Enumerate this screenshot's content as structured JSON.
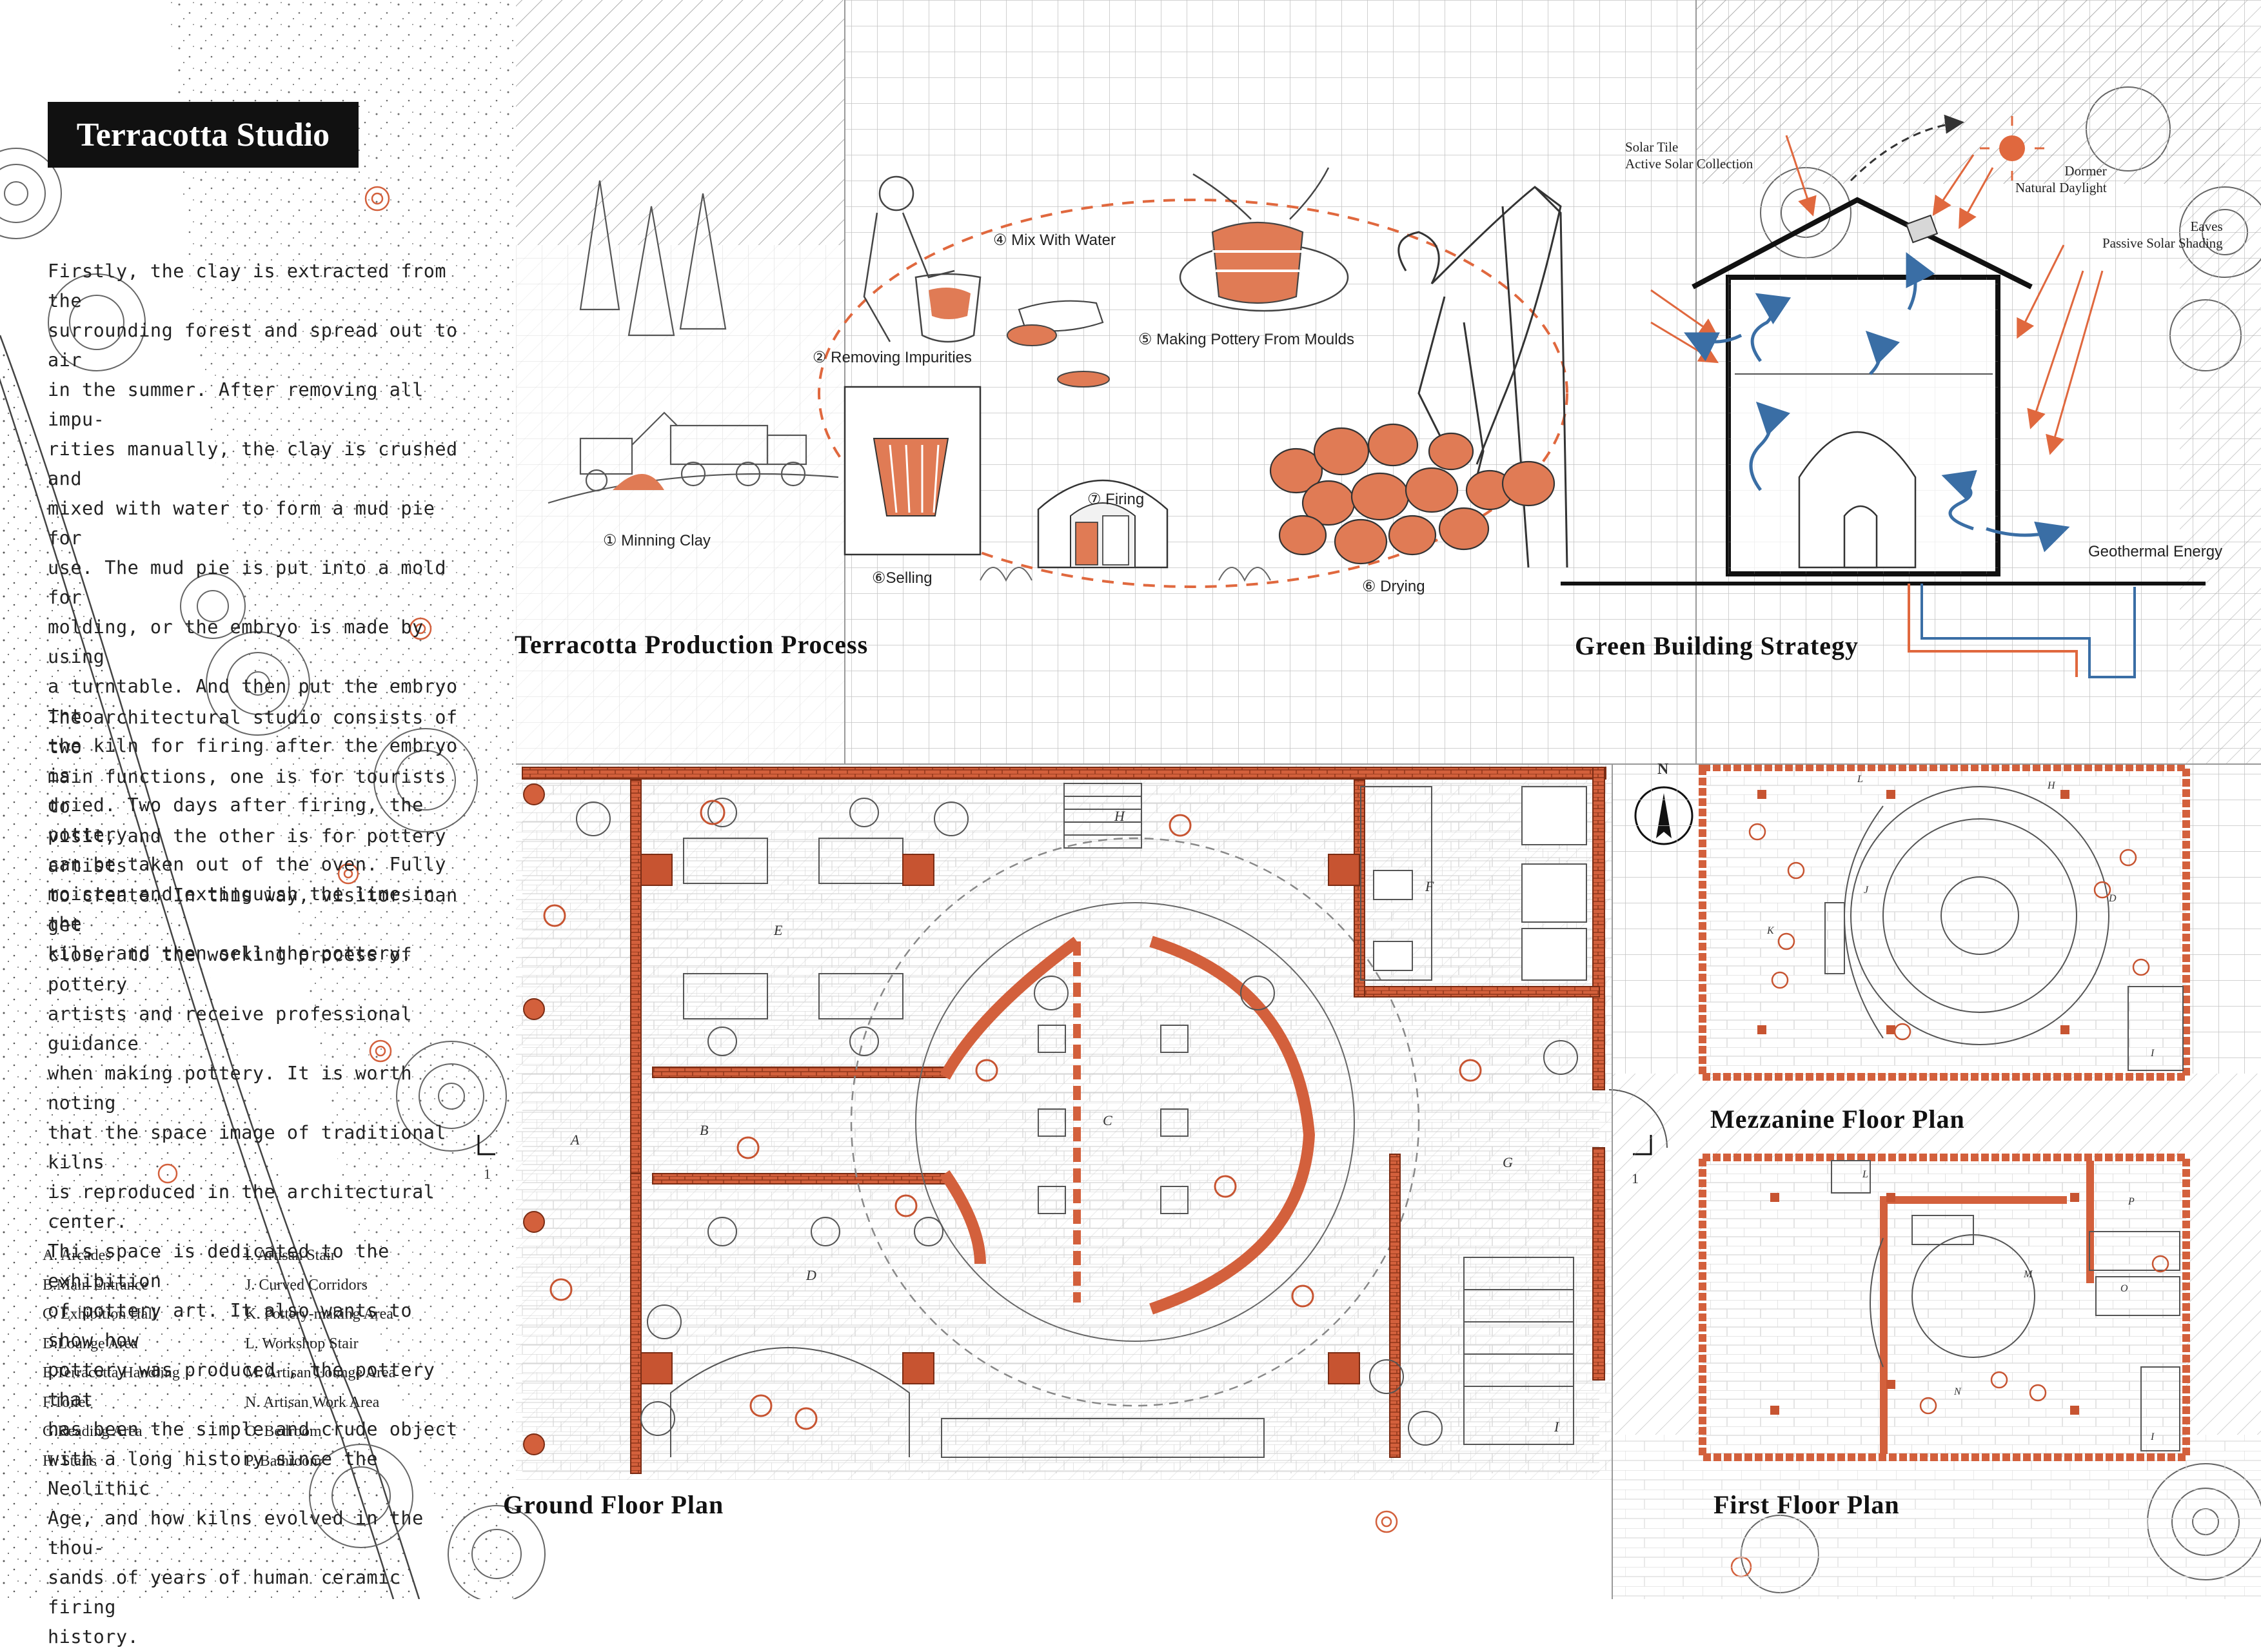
{
  "title": "Terracotta Studio",
  "intro": {
    "para1": "Firstly, the clay is extracted from the\nsurrounding forest and spread out to air\nin the summer. After removing all impu-\nrities manually, the clay is crushed and\nmixed with water to form a mud pie for\nuse. The mud pie is put into a mold for\nmolding, or the embryo is made by using\na turntable. And then put the embryo into\nthe kiln for firing after the embryo is\ndried. Two days after firing, the pottery\ncan be taken out of the oven. Fully\nmoisten and extinguish the lime in the\nkiln, and then sell the pottery.",
    "para2": "The architectural studio consists of two\nmain functions, one is for tourists to\nvisit, and the other is for pottery artists\nto create. In this way, visitors can get\ncloser to the working process of pottery\nartists and receive professional guidance\nwhen making pottery. It is worth noting\nthat the space image of traditional kilns\nis reproduced in the architectural center.\nThis space is dedicated to the exhibition\nof pottery art. It also wants to show how\npottery was produced , the pottery that\nhas been the simple and crude object\nwith a long history since the Neolithic\nAge, and how kilns evolved in the thou-\nsands of years of human ceramic firing\nhistory."
  },
  "legend": {
    "col1": [
      "A. Arcades",
      "B.Main Entrance",
      "C. Exhibition Hall",
      "D.Lounge Area",
      "E.Terracotta Handling",
      "F.Toilet",
      "G.Reading Area",
      "H. Stairs"
    ],
    "col2": [
      "I. Artisan Stair",
      "J. Curved Corridors",
      "K. Pottery-making Area",
      "L. Workshop Stair",
      "M. Artisan Lounge Area",
      "N. Artisan Work Area",
      "O. Bedroom",
      "P. Bathroom"
    ]
  },
  "process": {
    "title": "Terracotta Production Process",
    "steps": {
      "mining": "① Minning Clay",
      "impurities": "② Removing Impurities",
      "water": "④ Mix With Water",
      "moulds": "⑤ Making Pottery From Moulds",
      "firing": "⑦ Firing",
      "selling": "⑥Selling",
      "drying": "⑥ Drying"
    }
  },
  "green": {
    "title": "Green Building Strategy",
    "solar_tile": "Solar Tile\nActive Solar Collection",
    "dormer": "Dormer\nNatural Daylight",
    "eaves": "Eaves\nPassive Solar Shading",
    "geothermal": "Geothermal Energy"
  },
  "plans": {
    "ground": "Ground Floor Plan",
    "mezzanine": "Mezzanine Floor Plan",
    "first": "First Floor Plan",
    "north": "N",
    "section_mark": "1"
  },
  "room_labels": {
    "ground": [
      "A",
      "B",
      "C",
      "D",
      "E",
      "F",
      "G",
      "H",
      "I"
    ],
    "mezzanine": [
      "D",
      "H",
      "I",
      "J",
      "K",
      "L"
    ],
    "first": [
      "I",
      "L",
      "M",
      "N",
      "O",
      "P"
    ]
  },
  "colors": {
    "brick": "#d3603c",
    "brick_dark": "#9a3b22",
    "terracotta_fill": "#e07b55",
    "grid_line": "#c9c9c9",
    "hatch": "#9a9a9a",
    "water_blue": "#3a6ea5",
    "title_bg": "#111111"
  }
}
